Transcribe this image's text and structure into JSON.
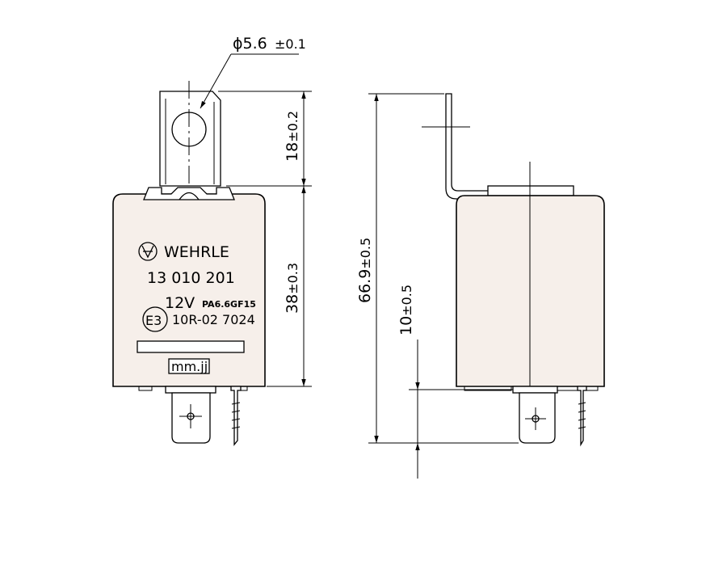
{
  "front_view": {
    "brand": "WEHRLE",
    "part_number": "13 010 201",
    "voltage": "12V",
    "material": "PA6.6GF15",
    "approval_mark": "E3",
    "approval_number": "10R-02 7024",
    "date_code": "mm.jj"
  },
  "dimensions": {
    "hole_diameter": "ϕ5.6",
    "hole_tol": "±0.1",
    "tab_height": "18",
    "tab_tol": "±0.2",
    "body_height": "38",
    "body_tol": "±0.3",
    "total_height": "66.9",
    "total_tol": "±0.5",
    "pin_length": "10",
    "pin_tol": "±0.5"
  },
  "icons": [
    "wehrle-logo-icon",
    "e-mark-icon"
  ]
}
